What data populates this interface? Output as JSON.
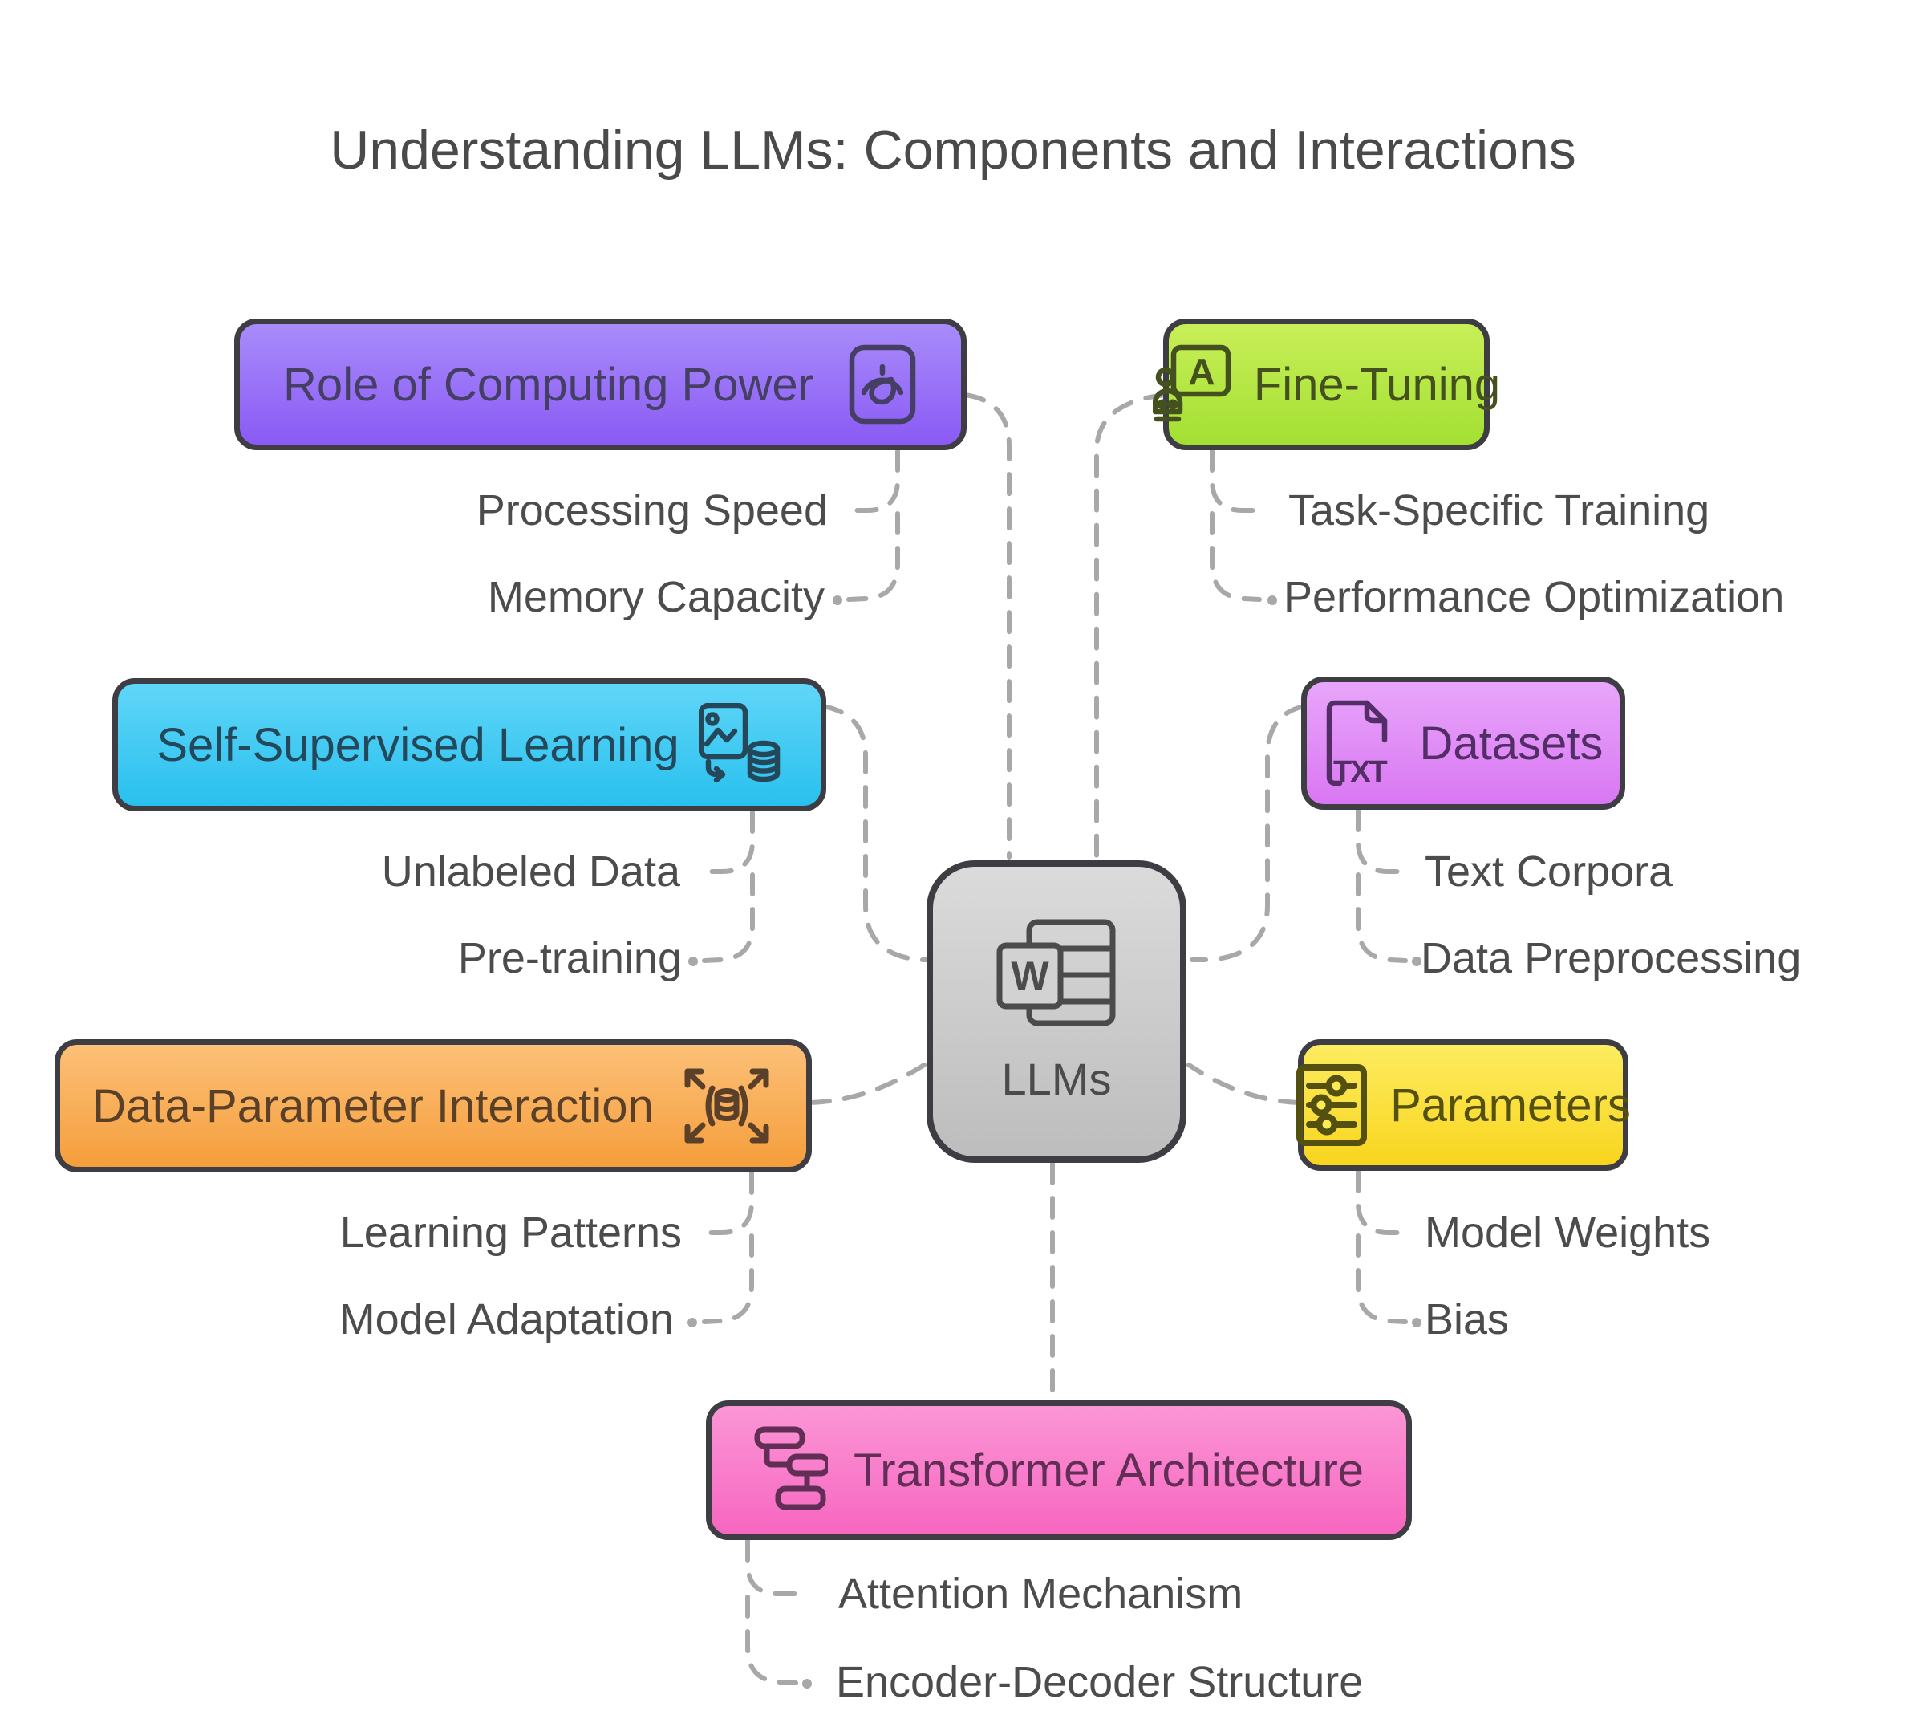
{
  "title": "Understanding LLMs: Components and Interactions",
  "center": {
    "label": "LLMs",
    "icon": "word-document-icon",
    "icon_letter": "W",
    "color": "#c9c9c9"
  },
  "nodes": [
    {
      "id": "computing-power",
      "label": "Role of Computing Power",
      "icon": "gauge-icon",
      "color": "#8a5af5",
      "children": [
        "Processing Speed",
        "Memory Capacity"
      ]
    },
    {
      "id": "fine-tuning",
      "label": "Fine-Tuning",
      "icon": "robot-teacher-icon",
      "icon_letter": "A",
      "color": "#a3e032",
      "children": [
        "Task-Specific Training",
        "Performance Optimization"
      ]
    },
    {
      "id": "self-supervised-learning",
      "label": "Self-Supervised Learning",
      "icon": "image-to-database-icon",
      "color": "#29c0ee",
      "children": [
        "Unlabeled Data",
        "Pre-training"
      ]
    },
    {
      "id": "datasets",
      "label": "Datasets",
      "icon": "txt-file-icon",
      "icon_label": "TXT",
      "color": "#d977f3",
      "children": [
        "Text Corpora",
        "Data Preprocessing"
      ]
    },
    {
      "id": "data-parameter-interaction",
      "label": "Data-Parameter Interaction",
      "icon": "database-expand-icon",
      "color": "#f59e3c",
      "children": [
        "Learning Patterns",
        "Model Adaptation"
      ]
    },
    {
      "id": "parameters",
      "label": "Parameters",
      "icon": "sliders-icon",
      "color": "#f8d51e",
      "children": [
        "Model Weights",
        "Bias"
      ]
    },
    {
      "id": "transformer-architecture",
      "label": "Transformer Architecture",
      "icon": "flow-blocks-icon",
      "color": "#f766c0",
      "children": [
        "Attention Mechanism",
        "Encoder-Decoder Structure"
      ]
    }
  ],
  "palette": {
    "border": "#3e3d44",
    "connector": "#a8a8a8",
    "title_text": "#4a4a4a",
    "child_text": "#4c4c4c",
    "background": "#ffffff"
  }
}
